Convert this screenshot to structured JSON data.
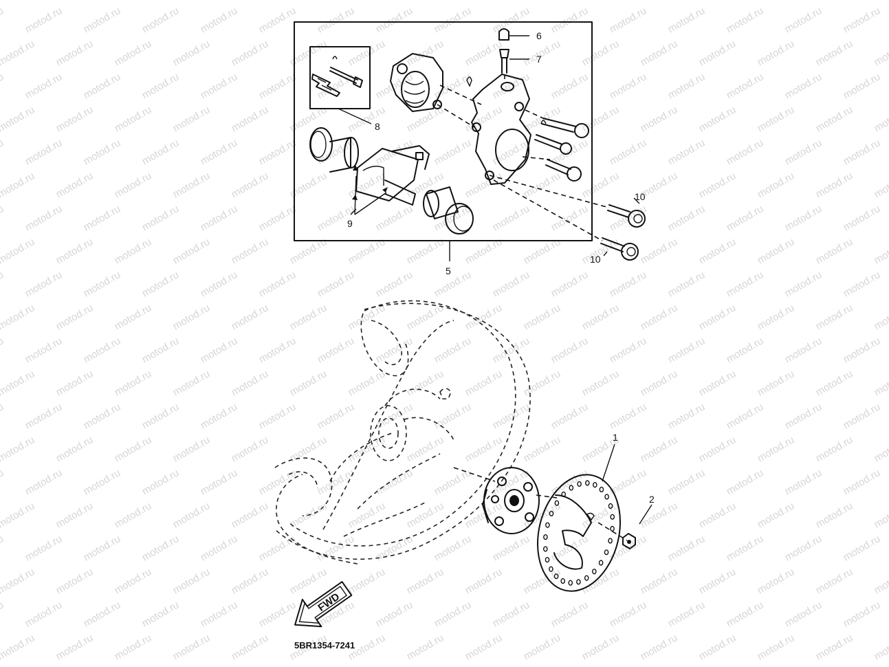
{
  "watermark": "motod.ru",
  "diagram_code": "5BR1354-7241",
  "fwd_label": "FWD",
  "callouts": [
    {
      "id": "c6",
      "label": "6"
    },
    {
      "id": "c7",
      "label": "7"
    },
    {
      "id": "c8",
      "label": "8"
    },
    {
      "id": "c9",
      "label": "9"
    },
    {
      "id": "c5",
      "label": "5"
    },
    {
      "id": "c10a",
      "label": "10"
    },
    {
      "id": "c10b",
      "label": "10"
    },
    {
      "id": "c1",
      "label": "1"
    },
    {
      "id": "c2",
      "label": "2"
    }
  ]
}
